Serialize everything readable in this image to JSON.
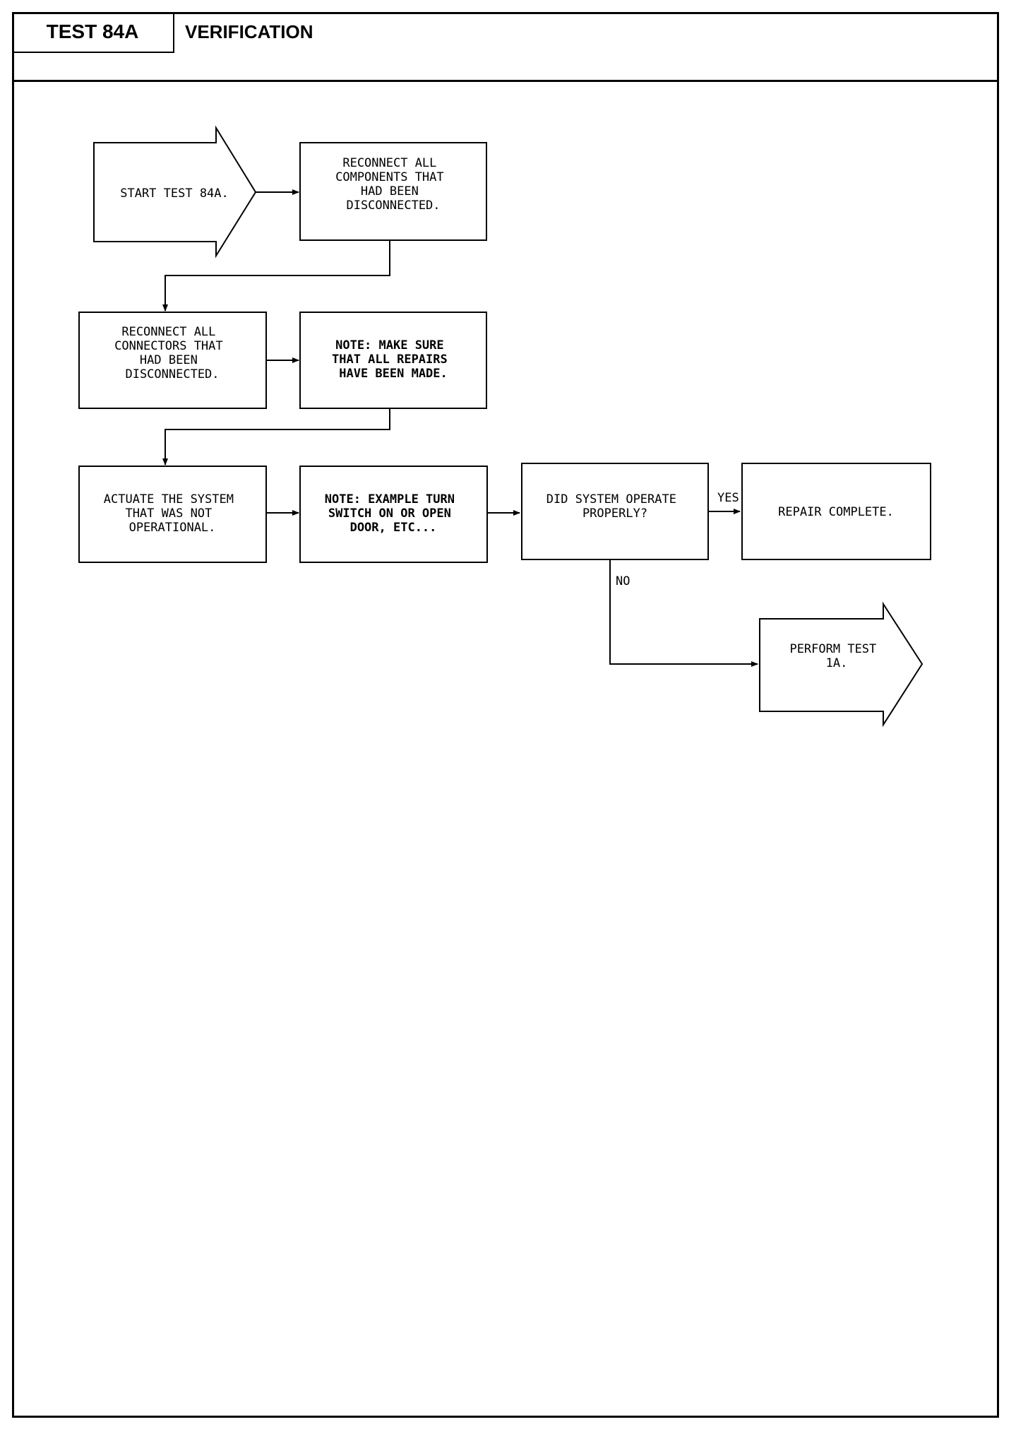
{
  "header": {
    "test_id": "TEST 84A",
    "title": "VERIFICATION"
  },
  "nodes": [
    {
      "id": "start",
      "lines": [
        "START TEST 84A."
      ]
    },
    {
      "id": "reconnect-components",
      "lines": [
        "RECONNECT ALL",
        "COMPONENTS THAT",
        "HAD BEEN",
        "DISCONNECTED."
      ]
    },
    {
      "id": "reconnect-connectors",
      "lines": [
        "RECONNECT ALL",
        "CONNECTORS THAT",
        "HAD BEEN",
        "DISCONNECTED."
      ]
    },
    {
      "id": "note-repairs",
      "lines": [
        "NOTE: MAKE SURE",
        "THAT ALL REPAIRS",
        "HAVE BEEN MADE."
      ]
    },
    {
      "id": "actuate-system",
      "lines": [
        "ACTUATE THE SYSTEM",
        "THAT WAS NOT",
        "OPERATIONAL."
      ]
    },
    {
      "id": "note-example",
      "lines": [
        "NOTE: EXAMPLE TURN",
        "SWITCH ON OR OPEN",
        "DOOR, ETC..."
      ]
    },
    {
      "id": "decision",
      "lines": [
        "DID SYSTEM OPERATE",
        "PROPERLY?"
      ]
    },
    {
      "id": "repair-complete",
      "lines": [
        "REPAIR COMPLETE."
      ]
    },
    {
      "id": "perform-test",
      "lines": [
        "PERFORM TEST",
        "1A."
      ]
    }
  ],
  "edge_labels": {
    "yes": "YES",
    "no": "NO"
  }
}
